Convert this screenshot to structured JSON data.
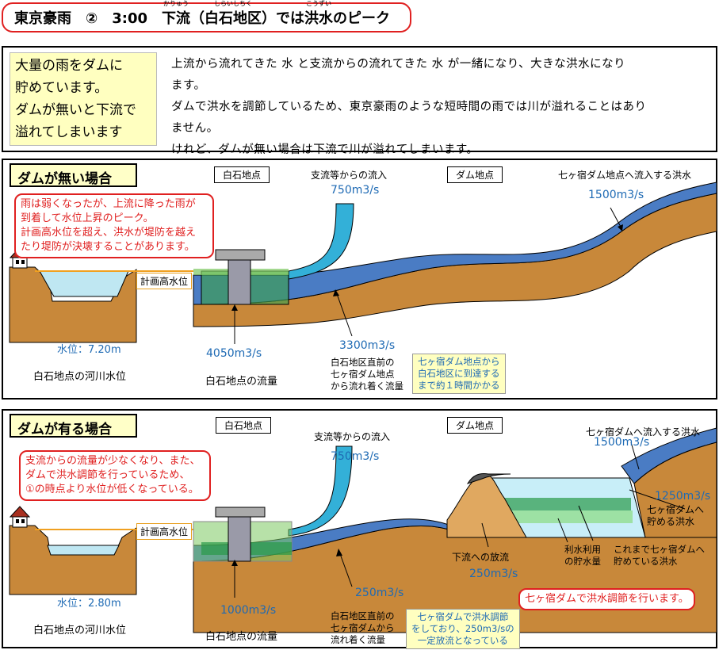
{
  "title": {
    "prefix": "東京豪雨　②　3:00　",
    "w1": "下流",
    "r1": "かりゅう",
    "p1": "（",
    "w2": "白石地区",
    "r2": "しらいしちく",
    "p2": "）では",
    "w3": "洪水",
    "r3": "こうずい",
    "p3": "のピーク"
  },
  "intro": {
    "left_lines": [
      "大量の雨を",
      "ダムに",
      "貯めています。",
      "ダムが無いと",
      "下流で",
      "溢れてしまいます"
    ],
    "right_lines": [
      "上流から流れてきた 水 と支流からの流れてきた 水 が一緒になり、大きな洪水になり",
      "ます。",
      "ダムで洪水を調節しているため、東京豪雨のような短時間の雨では川が溢れることはあり",
      "ません。",
      "けれど、ダムが無い場合は下流で川が溢れてしまいます。"
    ]
  },
  "panel1": {
    "title": "ダムが無い場合",
    "note": [
      "雨は弱くなったが、上流に降った雨が",
      "到着して水位上昇のピーク。",
      "計画高水位を超え、洪水が堤防を越え",
      "たり堤防が決壊することがあります。"
    ],
    "shiraishi_label": "白石地点",
    "dam_label": "ダム地点",
    "tributary_label": "支流等からの流入",
    "tributary_flow": "750m3/s",
    "upstream_label": "七ヶ宿ダム地点へ流入する洪水",
    "upstream_flow": "1500m3/s",
    "plan_level": "計画高水位",
    "water_level": "水位：7.20m",
    "river_level_caption": "白石地点の河川水位",
    "shiraishi_flow": "4050m3/s",
    "shiraishi_flow_caption": "白石地点の流量",
    "dam_flow": "3300m3/s",
    "dam_flow_caption": [
      "白石地区直前の",
      "七ヶ宿ダム地点",
      "から流れ着く流量"
    ],
    "travel_note": [
      "七ヶ宿ダム地点から",
      "白石地区に到達する",
      "まで約１時間かかる"
    ]
  },
  "panel2": {
    "title": "ダムが有る場合",
    "note": [
      "支流からの流量が少なくなり、また、",
      "ダムで洪水調節を行っているため、",
      "①の時点より水位が低くなっている。"
    ],
    "shiraishi_label": "白石地点",
    "dam_label": "ダム地点",
    "tributary_label": "支流等からの流入",
    "tributary_flow": "750m3/s",
    "upstream_label": "七ヶ宿ダムへ流入する洪水",
    "upstream_flow": "1500m3/s",
    "stored_flow": "1250m3/s",
    "stored_caption": [
      "七ヶ宿ダムへ",
      "貯める洪水"
    ],
    "stored_so_far": [
      "これまで七ヶ宿ダムへ",
      "貯めている洪水"
    ],
    "water_use": [
      "利水利用",
      "の貯水量"
    ],
    "release_label": "下流への放流",
    "release_flow": "250m3/s",
    "plan_level": "計画高水位",
    "water_level": "水位：2.80m",
    "river_level_caption": "白石地点の河川水位",
    "shiraishi_flow": "1000m3/s",
    "shiraishi_flow_caption": "白石地点の流量",
    "dam_flow": "250m3/s",
    "dam_flow_caption": [
      "白石地区直前の",
      "七ヶ宿ダムから",
      "流れ着く流量"
    ],
    "regulation_note": [
      "七ヶ宿ダムで洪水調節",
      "をしており、250m3/sの",
      "一定放流となっている"
    ],
    "control_note": "七ヶ宿ダムで洪水調節を行います。"
  },
  "colors": {
    "river_blue": "#4a7cc4",
    "tributary": "#33b0d8",
    "earth": "#c8883a",
    "alert_red": "#e02020",
    "note_yellow": "#ffffc0"
  }
}
